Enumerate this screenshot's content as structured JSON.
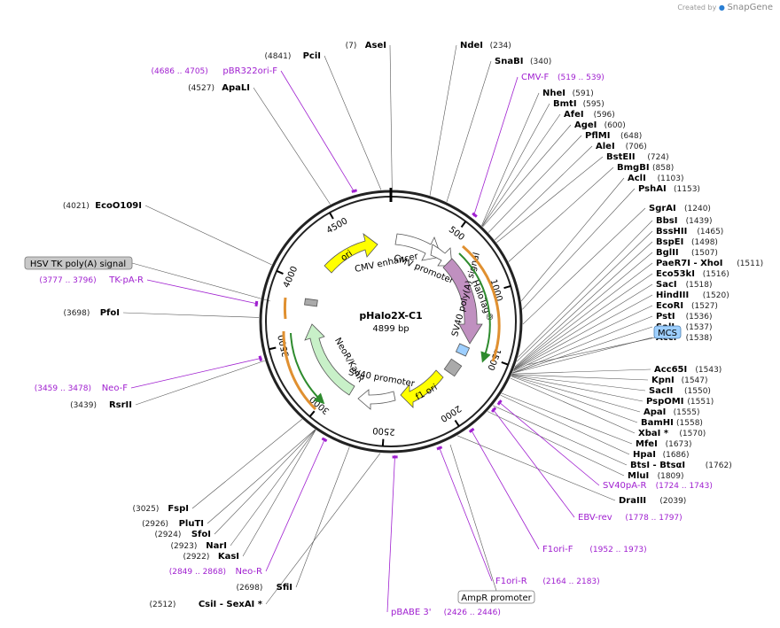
{
  "credit": {
    "prefix": "Created by",
    "brand": "SnapGene"
  },
  "plasmid": {
    "name": "pHalo2X-C1",
    "size_label": "4899 bp",
    "length": 4899
  },
  "colors": {
    "primer": "#a020d0",
    "backbone": "#222222",
    "ori": "#ffff00",
    "halotag": "#c090c0",
    "neo": "#c8f0c8",
    "orange_feature": "#e09030",
    "green_feature": "#2e8b2e",
    "mcs": "#9ecfff",
    "grey_feature": "#cccccc"
  },
  "ticks": [
    "500",
    "1000",
    "1500",
    "2000",
    "2500",
    "3000",
    "3500",
    "4000",
    "4500"
  ],
  "features": {
    "ori": "ori",
    "cmv_enhancer": "CMV enhancer",
    "cmv_promoter": "CMV promoter",
    "halotag": "HaloTag®",
    "sv40_polya": "SV40 poly(A) signal",
    "f1_ori": "f1 ori",
    "sv40_promoter": "SV40 promoter",
    "neor": "NeoR/KanR"
  },
  "enzymes": [
    {
      "name": "AseI",
      "pos": "(7)",
      "side": "left"
    },
    {
      "name": "NdeI",
      "pos": "(234)",
      "side": "right"
    },
    {
      "name": "PciI",
      "pos": "(4841)",
      "side": "left"
    },
    {
      "name": "SnaBI",
      "pos": "(340)",
      "side": "right"
    },
    {
      "name": "ApaLI",
      "pos": "(4527)",
      "side": "left"
    },
    {
      "name": "NheI",
      "pos": "(591)",
      "side": "right"
    },
    {
      "name": "BmtI",
      "pos": "(595)",
      "side": "right"
    },
    {
      "name": "AfeI",
      "pos": "(596)",
      "side": "right"
    },
    {
      "name": "AgeI",
      "pos": "(600)",
      "side": "right"
    },
    {
      "name": "PflMI",
      "pos": "(648)",
      "side": "right"
    },
    {
      "name": "AleI",
      "pos": "(706)",
      "side": "right"
    },
    {
      "name": "BstEII",
      "pos": "(724)",
      "side": "right"
    },
    {
      "name": "BmgBI",
      "pos": "(858)",
      "side": "right"
    },
    {
      "name": "EcoO109I",
      "pos": "(4021)",
      "side": "left"
    },
    {
      "name": "AclI",
      "pos": "(1103)",
      "side": "right"
    },
    {
      "name": "PshAI",
      "pos": "(1153)",
      "side": "right"
    },
    {
      "name": "SgrAI",
      "pos": "(1240)",
      "side": "right"
    },
    {
      "name": "BbsI",
      "pos": "(1439)",
      "side": "right"
    },
    {
      "name": "BssHII",
      "pos": "(1465)",
      "side": "right"
    },
    {
      "name": "BspEI",
      "pos": "(1498)",
      "side": "right"
    },
    {
      "name": "BglII",
      "pos": "(1507)",
      "side": "right"
    },
    {
      "name": "PaeR7I - XhoI",
      "pos": "(1511)",
      "side": "right"
    },
    {
      "name": "Eco53kI",
      "pos": "(1516)",
      "side": "right"
    },
    {
      "name": "SacI",
      "pos": "(1518)",
      "side": "right"
    },
    {
      "name": "HindIII",
      "pos": "(1520)",
      "side": "right"
    },
    {
      "name": "EcoRI",
      "pos": "(1527)",
      "side": "right"
    },
    {
      "name": "PfoI",
      "pos": "(3698)",
      "side": "left"
    },
    {
      "name": "PstI",
      "pos": "(1536)",
      "side": "right"
    },
    {
      "name": "SalI",
      "pos": "(1537)",
      "side": "right"
    },
    {
      "name": "AccI",
      "pos": "(1538)",
      "side": "right"
    },
    {
      "name": "Acc65I",
      "pos": "(1543)",
      "side": "right"
    },
    {
      "name": "KpnI",
      "pos": "(1547)",
      "side": "right"
    },
    {
      "name": "SacII",
      "pos": "(1550)",
      "side": "right"
    },
    {
      "name": "PspOMI",
      "pos": "(1551)",
      "side": "right"
    },
    {
      "name": "ApaI",
      "pos": "(1555)",
      "side": "right"
    },
    {
      "name": "BamHI",
      "pos": "(1558)",
      "side": "right"
    },
    {
      "name": "XbaI *",
      "pos": "(1570)",
      "side": "right"
    },
    {
      "name": "RsrII",
      "pos": "(3439)",
      "side": "left"
    },
    {
      "name": "MfeI",
      "pos": "(1673)",
      "side": "right"
    },
    {
      "name": "HpaI",
      "pos": "(1686)",
      "side": "right"
    },
    {
      "name": "BtsI - BtsαI",
      "pos": "(1762)",
      "side": "right"
    },
    {
      "name": "MluI",
      "pos": "(1809)",
      "side": "right"
    },
    {
      "name": "DraIII",
      "pos": "(2039)",
      "side": "right"
    },
    {
      "name": "FspI",
      "pos": "(3025)",
      "side": "left"
    },
    {
      "name": "PluTI",
      "pos": "(2926)",
      "side": "left"
    },
    {
      "name": "SfoI",
      "pos": "(2924)",
      "side": "left"
    },
    {
      "name": "NarI",
      "pos": "(2923)",
      "side": "left"
    },
    {
      "name": "KasI",
      "pos": "(2922)",
      "side": "left"
    },
    {
      "name": "SfiI",
      "pos": "(2698)",
      "side": "left"
    },
    {
      "name": "CsiI - SexAI *",
      "pos": "(2512)",
      "side": "left"
    }
  ],
  "primers": [
    {
      "name": "pBR322ori-F",
      "pos": "(4686 .. 4705)"
    },
    {
      "name": "CMV-F",
      "pos": "(519 .. 539)"
    },
    {
      "name": "TK-pA-R",
      "pos": "(3777 .. 3796)"
    },
    {
      "name": "Neo-F",
      "pos": "(3459 .. 3478)"
    },
    {
      "name": "SV40pA-R",
      "pos": "(1724 .. 1743)"
    },
    {
      "name": "EBV-rev",
      "pos": "(1778 .. 1797)"
    },
    {
      "name": "F1ori-F",
      "pos": "(1952 .. 1973)"
    },
    {
      "name": "F1ori-R",
      "pos": "(2164 .. 2183)"
    },
    {
      "name": "Neo-R",
      "pos": "(2849 .. 2868)"
    },
    {
      "name": "pBABE 3'",
      "pos": "(2426 .. 2446)"
    }
  ],
  "boxes": {
    "hsv_tk": "HSV TK poly(A) signal",
    "mcs": "MCS",
    "ampr_promoter": "AmpR promoter"
  }
}
